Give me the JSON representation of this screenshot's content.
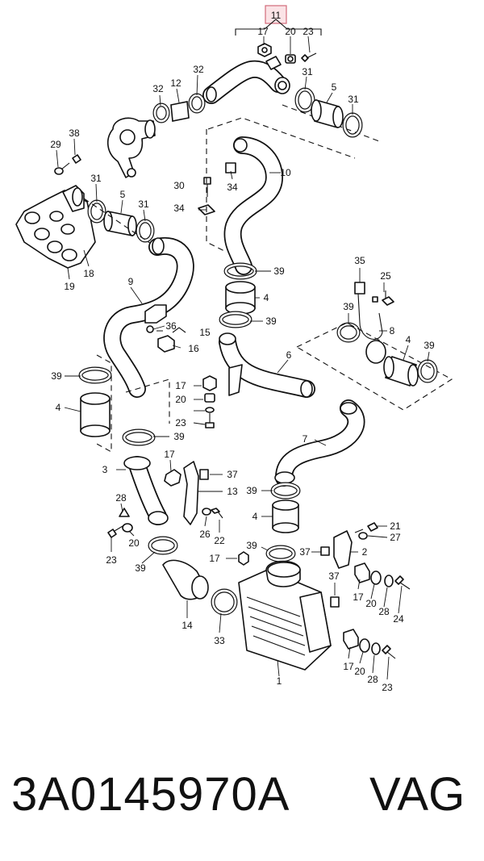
{
  "labels": [
    {
      "id": "11",
      "highlight": true
    },
    {
      "id": "17"
    },
    {
      "id": "20"
    },
    {
      "id": "23"
    },
    {
      "id": "32"
    },
    {
      "id": "12"
    },
    {
      "id": "32b",
      "text": "32"
    },
    {
      "id": "31"
    },
    {
      "id": "5"
    },
    {
      "id": "31b",
      "text": "31"
    },
    {
      "id": "29"
    },
    {
      "id": "38"
    },
    {
      "id": "10"
    },
    {
      "id": "30"
    },
    {
      "id": "34"
    },
    {
      "id": "34b",
      "text": "34"
    },
    {
      "id": "31c",
      "text": "31"
    },
    {
      "id": "5b",
      "text": "5"
    },
    {
      "id": "31d",
      "text": "31"
    },
    {
      "id": "18"
    },
    {
      "id": "19"
    },
    {
      "id": "9"
    },
    {
      "id": "39"
    },
    {
      "id": "4"
    },
    {
      "id": "39b",
      "text": "39"
    },
    {
      "id": "35"
    },
    {
      "id": "25"
    },
    {
      "id": "39c",
      "text": "39"
    },
    {
      "id": "8"
    },
    {
      "id": "36"
    },
    {
      "id": "15"
    },
    {
      "id": "16"
    },
    {
      "id": "6"
    },
    {
      "id": "4b",
      "text": "4"
    },
    {
      "id": "39d",
      "text": "39"
    },
    {
      "id": "39e",
      "text": "39"
    },
    {
      "id": "4c",
      "text": "4"
    },
    {
      "id": "17b",
      "text": "17"
    },
    {
      "id": "20b",
      "text": "20"
    },
    {
      "id": "28"
    },
    {
      "id": "23b",
      "text": "23"
    },
    {
      "id": "39f",
      "text": "39"
    },
    {
      "id": "7"
    },
    {
      "id": "3"
    },
    {
      "id": "17c",
      "text": "17"
    },
    {
      "id": "37"
    },
    {
      "id": "13"
    },
    {
      "id": "28b",
      "text": "28"
    },
    {
      "id": "39g",
      "text": "39"
    },
    {
      "id": "4d",
      "text": "4"
    },
    {
      "id": "21"
    },
    {
      "id": "27"
    },
    {
      "id": "26"
    },
    {
      "id": "22"
    },
    {
      "id": "20c",
      "text": "20"
    },
    {
      "id": "23c",
      "text": "23"
    },
    {
      "id": "39h",
      "text": "39"
    },
    {
      "id": "37b",
      "text": "37"
    },
    {
      "id": "2"
    },
    {
      "id": "17d",
      "text": "17"
    },
    {
      "id": "39i",
      "text": "39"
    },
    {
      "id": "37c",
      "text": "37"
    },
    {
      "id": "17e",
      "text": "17"
    },
    {
      "id": "20d",
      "text": "20"
    },
    {
      "id": "28c",
      "text": "28"
    },
    {
      "id": "24"
    },
    {
      "id": "14"
    },
    {
      "id": "33"
    },
    {
      "id": "1"
    },
    {
      "id": "17f",
      "text": "17"
    },
    {
      "id": "20e",
      "text": "20"
    },
    {
      "id": "28d",
      "text": "28"
    },
    {
      "id": "23d",
      "text": "23"
    }
  ],
  "footer": {
    "part_number": "3A0145970A",
    "brand": "VAG"
  },
  "colors": {
    "line": "#111111",
    "highlight_fill": "#fbe3e6",
    "highlight_stroke": "#d36b7a"
  }
}
